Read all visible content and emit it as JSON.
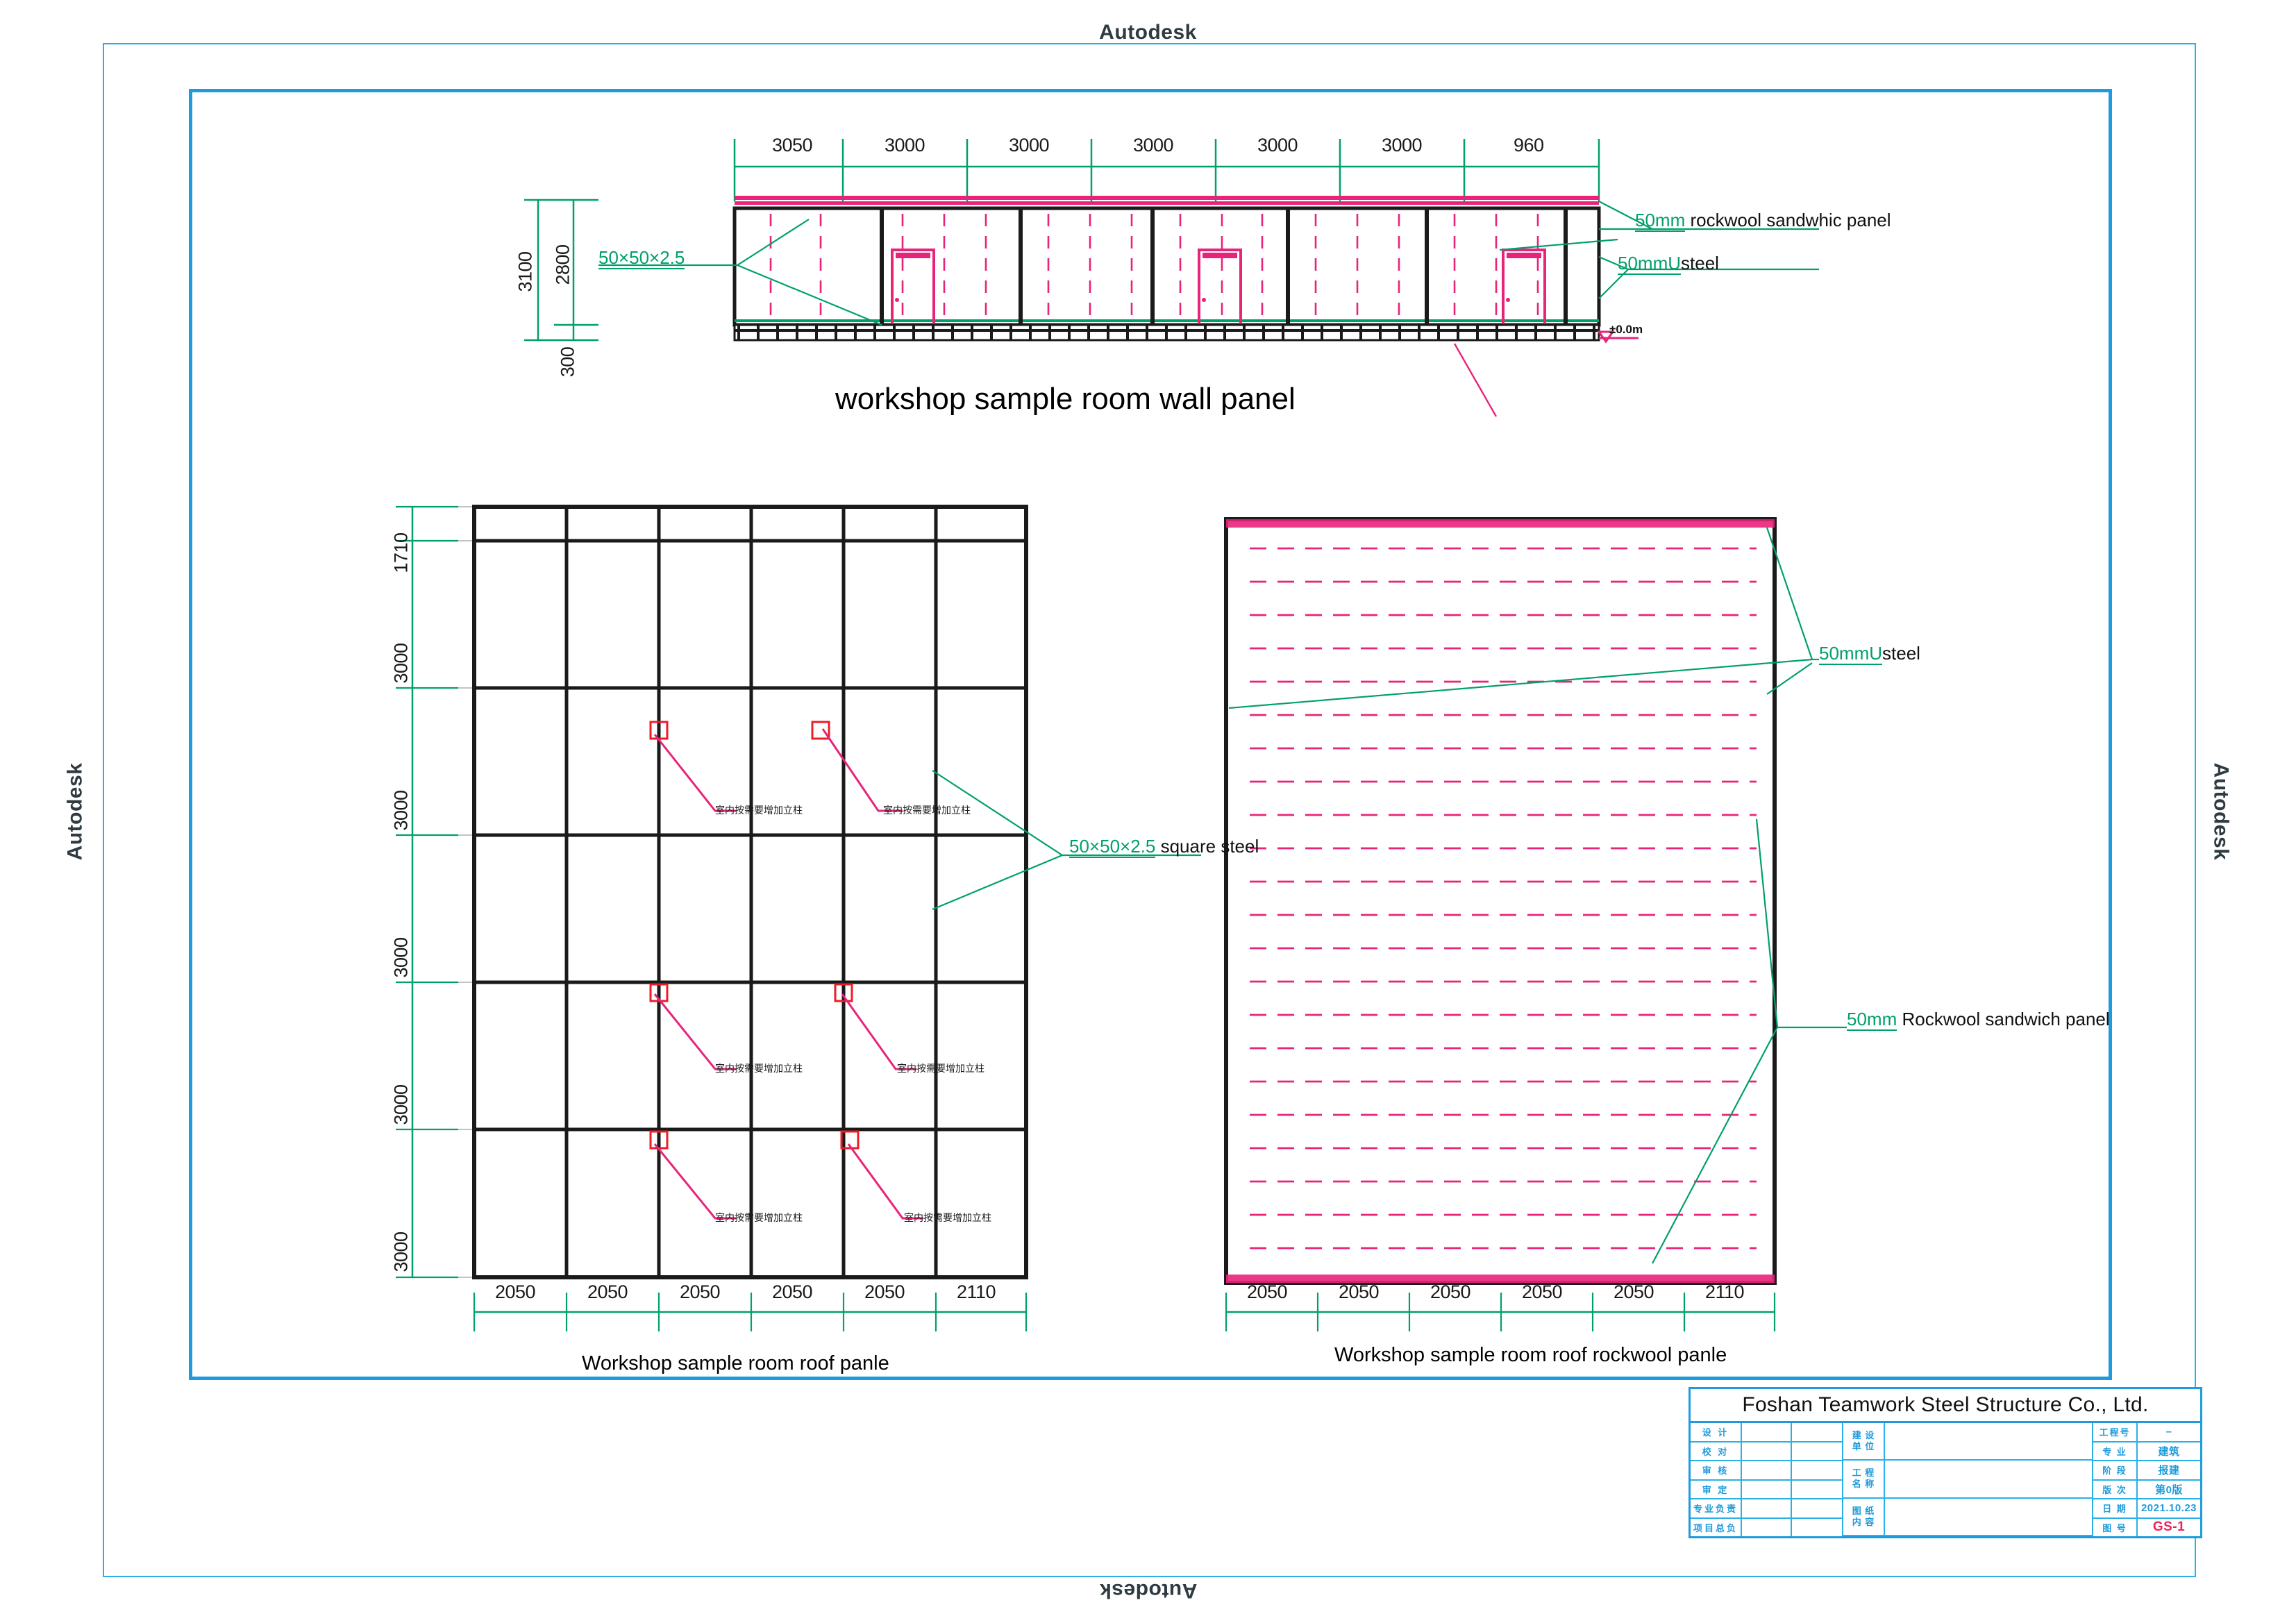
{
  "watermark": {
    "top": "Autodesk",
    "bottom": "Autodesk",
    "left": "Autodesk",
    "right": "Autodesk"
  },
  "colors": {
    "frame_outer": "#29b0e8",
    "frame_inner": "#1d9bdc",
    "dimension_green": "#00a06a",
    "panel_magenta": "#e8247a",
    "steel_black": "#1a1a1a",
    "marker_red": "#ee1c25",
    "title_block_blue": "#1d9bdc"
  },
  "elevation": {
    "title": "workshop sample room  wall panel",
    "top_dimensions": [
      "3050",
      "3000",
      "3000",
      "3000",
      "3000",
      "3000",
      "960"
    ],
    "vertical_dimensions": {
      "overall": "3100",
      "wall_height": "2800",
      "base": "300"
    },
    "labels": {
      "square_tube": "50×50×2.5",
      "rockwool_panel_green": "50mm",
      "rockwool_panel_black": "rockwool  sandwhic panel",
      "u_steel_green": "50mmU",
      "u_steel_black": "steel",
      "level": "±0.0m"
    },
    "bay_count": 6,
    "door_count": 3
  },
  "roof_plan": {
    "caption": "Workshop sample room roof panle",
    "left_dimensions": [
      "1710",
      "3000",
      "3000",
      "3000",
      "3000",
      "3000"
    ],
    "bottom_dimensions": [
      "2050",
      "2050",
      "2050",
      "2050",
      "2050",
      "2110"
    ],
    "label_green": "50×50×2.5",
    "label_black": "square steel",
    "column_notes": [
      "室内按需要增加立柱",
      "室内按需要增加立柱",
      "室内按需要增加立柱",
      "室内按需要增加立柱",
      "室内按需要增加立柱",
      "室内按需要增加立柱"
    ]
  },
  "rockwool_plan": {
    "caption": "Workshop sample room roof rockwool panle",
    "bottom_dimensions": [
      "2050",
      "2050",
      "2050",
      "2050",
      "2050",
      "2110"
    ],
    "labels": {
      "u_steel_green": "50mmU",
      "u_steel_black": "steel",
      "panel_green": "50mm",
      "panel_black": "Rockwool sandwich panel"
    }
  },
  "title_block": {
    "company": "Foshan  Teamwork  Steel  Structure  Co., Ltd.",
    "left_rows": [
      {
        "key": "设 计",
        "value": ""
      },
      {
        "key": "校 对",
        "value": ""
      },
      {
        "key": "审 核",
        "value": ""
      },
      {
        "key": "审 定",
        "value": ""
      },
      {
        "key": "专业负责",
        "value": ""
      },
      {
        "key": "项目总负",
        "value": ""
      }
    ],
    "middle_rows": [
      {
        "key_top": "建 设",
        "key_bottom": "单 位",
        "value": ""
      },
      {
        "key_top": "工 程",
        "key_bottom": "名 称",
        "value": ""
      },
      {
        "key_top": "图 纸",
        "key_bottom": "内 容",
        "value": ""
      }
    ],
    "right_rows": [
      {
        "key": "工程号",
        "value": "–"
      },
      {
        "key": "专 业",
        "value": "建筑"
      },
      {
        "key": "阶 段",
        "value": "报建"
      },
      {
        "key": "版 次",
        "value": "第0版"
      },
      {
        "key": "日 期",
        "value": "2021.10.23"
      },
      {
        "key": "图 号",
        "value": "GS-1"
      }
    ]
  }
}
